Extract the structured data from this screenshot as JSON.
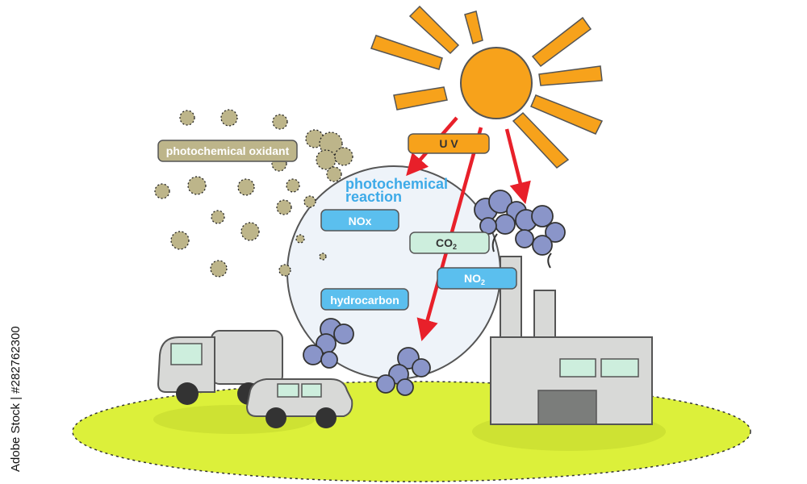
{
  "labels": {
    "oxidant": "photochemical oxidant",
    "uv": "U V",
    "reaction_line1": "photochemical",
    "reaction_line2": "reaction",
    "nox": "NOx",
    "co2_main": "CO",
    "co2_sub": "2",
    "no2_main": "NO",
    "no2_sub": "2",
    "hydrocarbon": "hydrocarbon"
  },
  "stock_id": "Adobe Stock | #282762300",
  "colors": {
    "sun": "#f7a21b",
    "arrow": "#e8202a",
    "ground": "#dcf03a",
    "oxidant": "#bdb58a",
    "exhaust": "#8a95c9",
    "tag_blue": "#5bbfee",
    "tag_green": "#cdeedd",
    "reaction_text": "#3daae8",
    "circle": "#eef3f9",
    "building": "#d8d9d7"
  }
}
